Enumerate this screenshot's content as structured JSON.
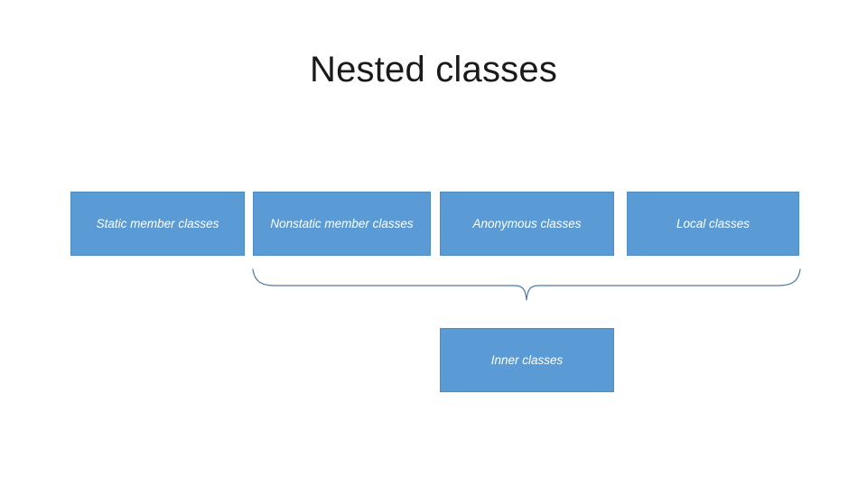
{
  "slide": {
    "title": "Nested classes",
    "background_color": "#ffffff",
    "title_color": "#1a1a1a"
  },
  "theme": {
    "box_fill": "#5b9bd5",
    "box_border": "#4f8cc2",
    "box_text_color": "#ffffff",
    "connector_color": "#4a7ba7"
  },
  "diagram": {
    "top_row": [
      {
        "id": "static-member-classes",
        "label": "Static member classes"
      },
      {
        "id": "nonstatic-member-classes",
        "label": "Nonstatic member classes"
      },
      {
        "id": "anonymous-classes",
        "label": "Anonymous classes"
      },
      {
        "id": "local-classes",
        "label": "Local classes"
      }
    ],
    "grouped_node": {
      "id": "inner-classes",
      "label": "Inner classes"
    },
    "connector": {
      "type": "curly-brace",
      "orientation": "down",
      "groups": [
        "nonstatic-member-classes",
        "anonymous-classes",
        "local-classes"
      ],
      "points_to": "inner-classes"
    }
  }
}
